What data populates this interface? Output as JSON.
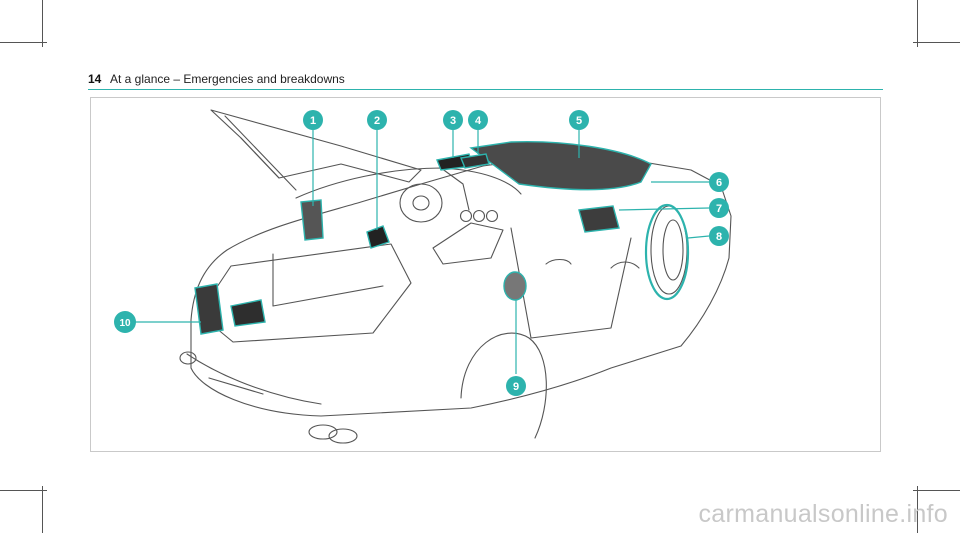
{
  "header": {
    "page_number": "14",
    "title": "At a glance – Emergencies and breakdowns"
  },
  "figure": {
    "callouts": [
      "1",
      "2",
      "3",
      "4",
      "5",
      "6",
      "7",
      "8",
      "9",
      "10"
    ],
    "accent_color": "#2db3ad",
    "line_color": "#555555"
  },
  "watermark": {
    "text": "carmanualsonline.info"
  }
}
